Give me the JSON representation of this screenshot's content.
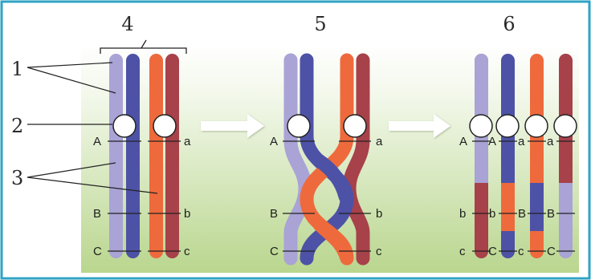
{
  "figure": {
    "border_color": "#2fa3c4",
    "background_gradient": [
      "#ffffff",
      "#eef5e3",
      "#b9d68e"
    ],
    "colors": {
      "light_purple": "#a9a3d6",
      "dark_blue": "#4d52a6",
      "orange": "#ee6a3c",
      "dark_red": "#a7414a",
      "centromere": "#ffffff",
      "arrow": "#ffffff"
    }
  },
  "stages": {
    "s4": {
      "label": "4",
      "alleles_left": [
        "A",
        "B",
        "C"
      ],
      "alleles_right": [
        "a",
        "b",
        "c"
      ]
    },
    "s5": {
      "label": "5",
      "alleles_left": [
        "A",
        "B",
        "C"
      ],
      "alleles_right": [
        "a",
        "b",
        "c"
      ]
    },
    "s6": {
      "label": "6",
      "row_A": [
        "A",
        "A",
        "a",
        "a"
      ],
      "row_B": [
        "b",
        "b",
        "B",
        "B"
      ],
      "row_C": [
        "c",
        "C",
        "c",
        "C"
      ]
    }
  },
  "callouts": [
    "1",
    "2",
    "3"
  ]
}
